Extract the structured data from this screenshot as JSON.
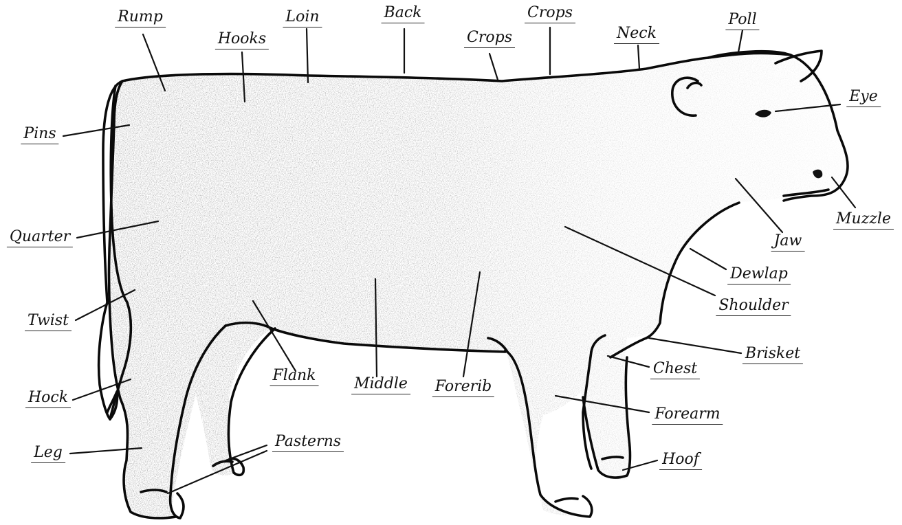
{
  "labels": {
    "rump": "Rump",
    "hooks": "Hooks",
    "loin": "Loin",
    "back": "Back",
    "crops_left": "Crops",
    "crops_right": "Crops",
    "neck": "Neck",
    "poll": "Poll",
    "eye": "Eye",
    "pins": "Pins",
    "quarter": "Quarter",
    "twist": "Twist",
    "hock": "Hock",
    "leg": "Leg",
    "flank": "Flank",
    "middle": "Middle",
    "forerib": "Forerib",
    "pasterns": "Pasterns",
    "muzzle": "Muzzle",
    "jaw": "Jaw",
    "dewlap": "Dewlap",
    "shoulder": "Shoulder",
    "brisket": "Brisket",
    "chest": "Chest",
    "forearm": "Forearm",
    "hoof": "Hoof"
  }
}
